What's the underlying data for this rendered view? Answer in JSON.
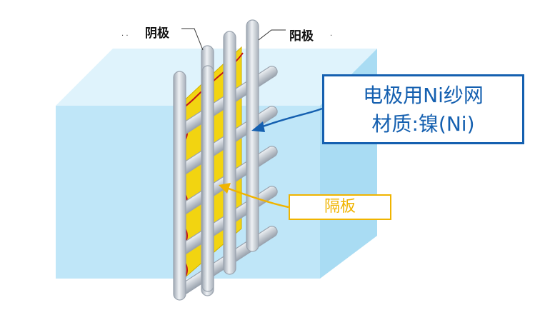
{
  "labels": {
    "cathode": "阴极",
    "anode": "阳极"
  },
  "callouts": {
    "mesh_line1": "电极用Ni纱网",
    "mesh_line2": "材质:镍(Ni)",
    "separator": "隔板"
  },
  "colors": {
    "tank_front": "#bfe6f8",
    "tank_top": "#dff3fc",
    "tank_side": "#a9dcf3",
    "separator": "#f2d411",
    "rod": "#c9ced6",
    "rod_outline": "#9aa3ae",
    "wavy": "#c0141b",
    "mesh_callout": "#1560b0",
    "separator_callout": "#f0b400"
  }
}
